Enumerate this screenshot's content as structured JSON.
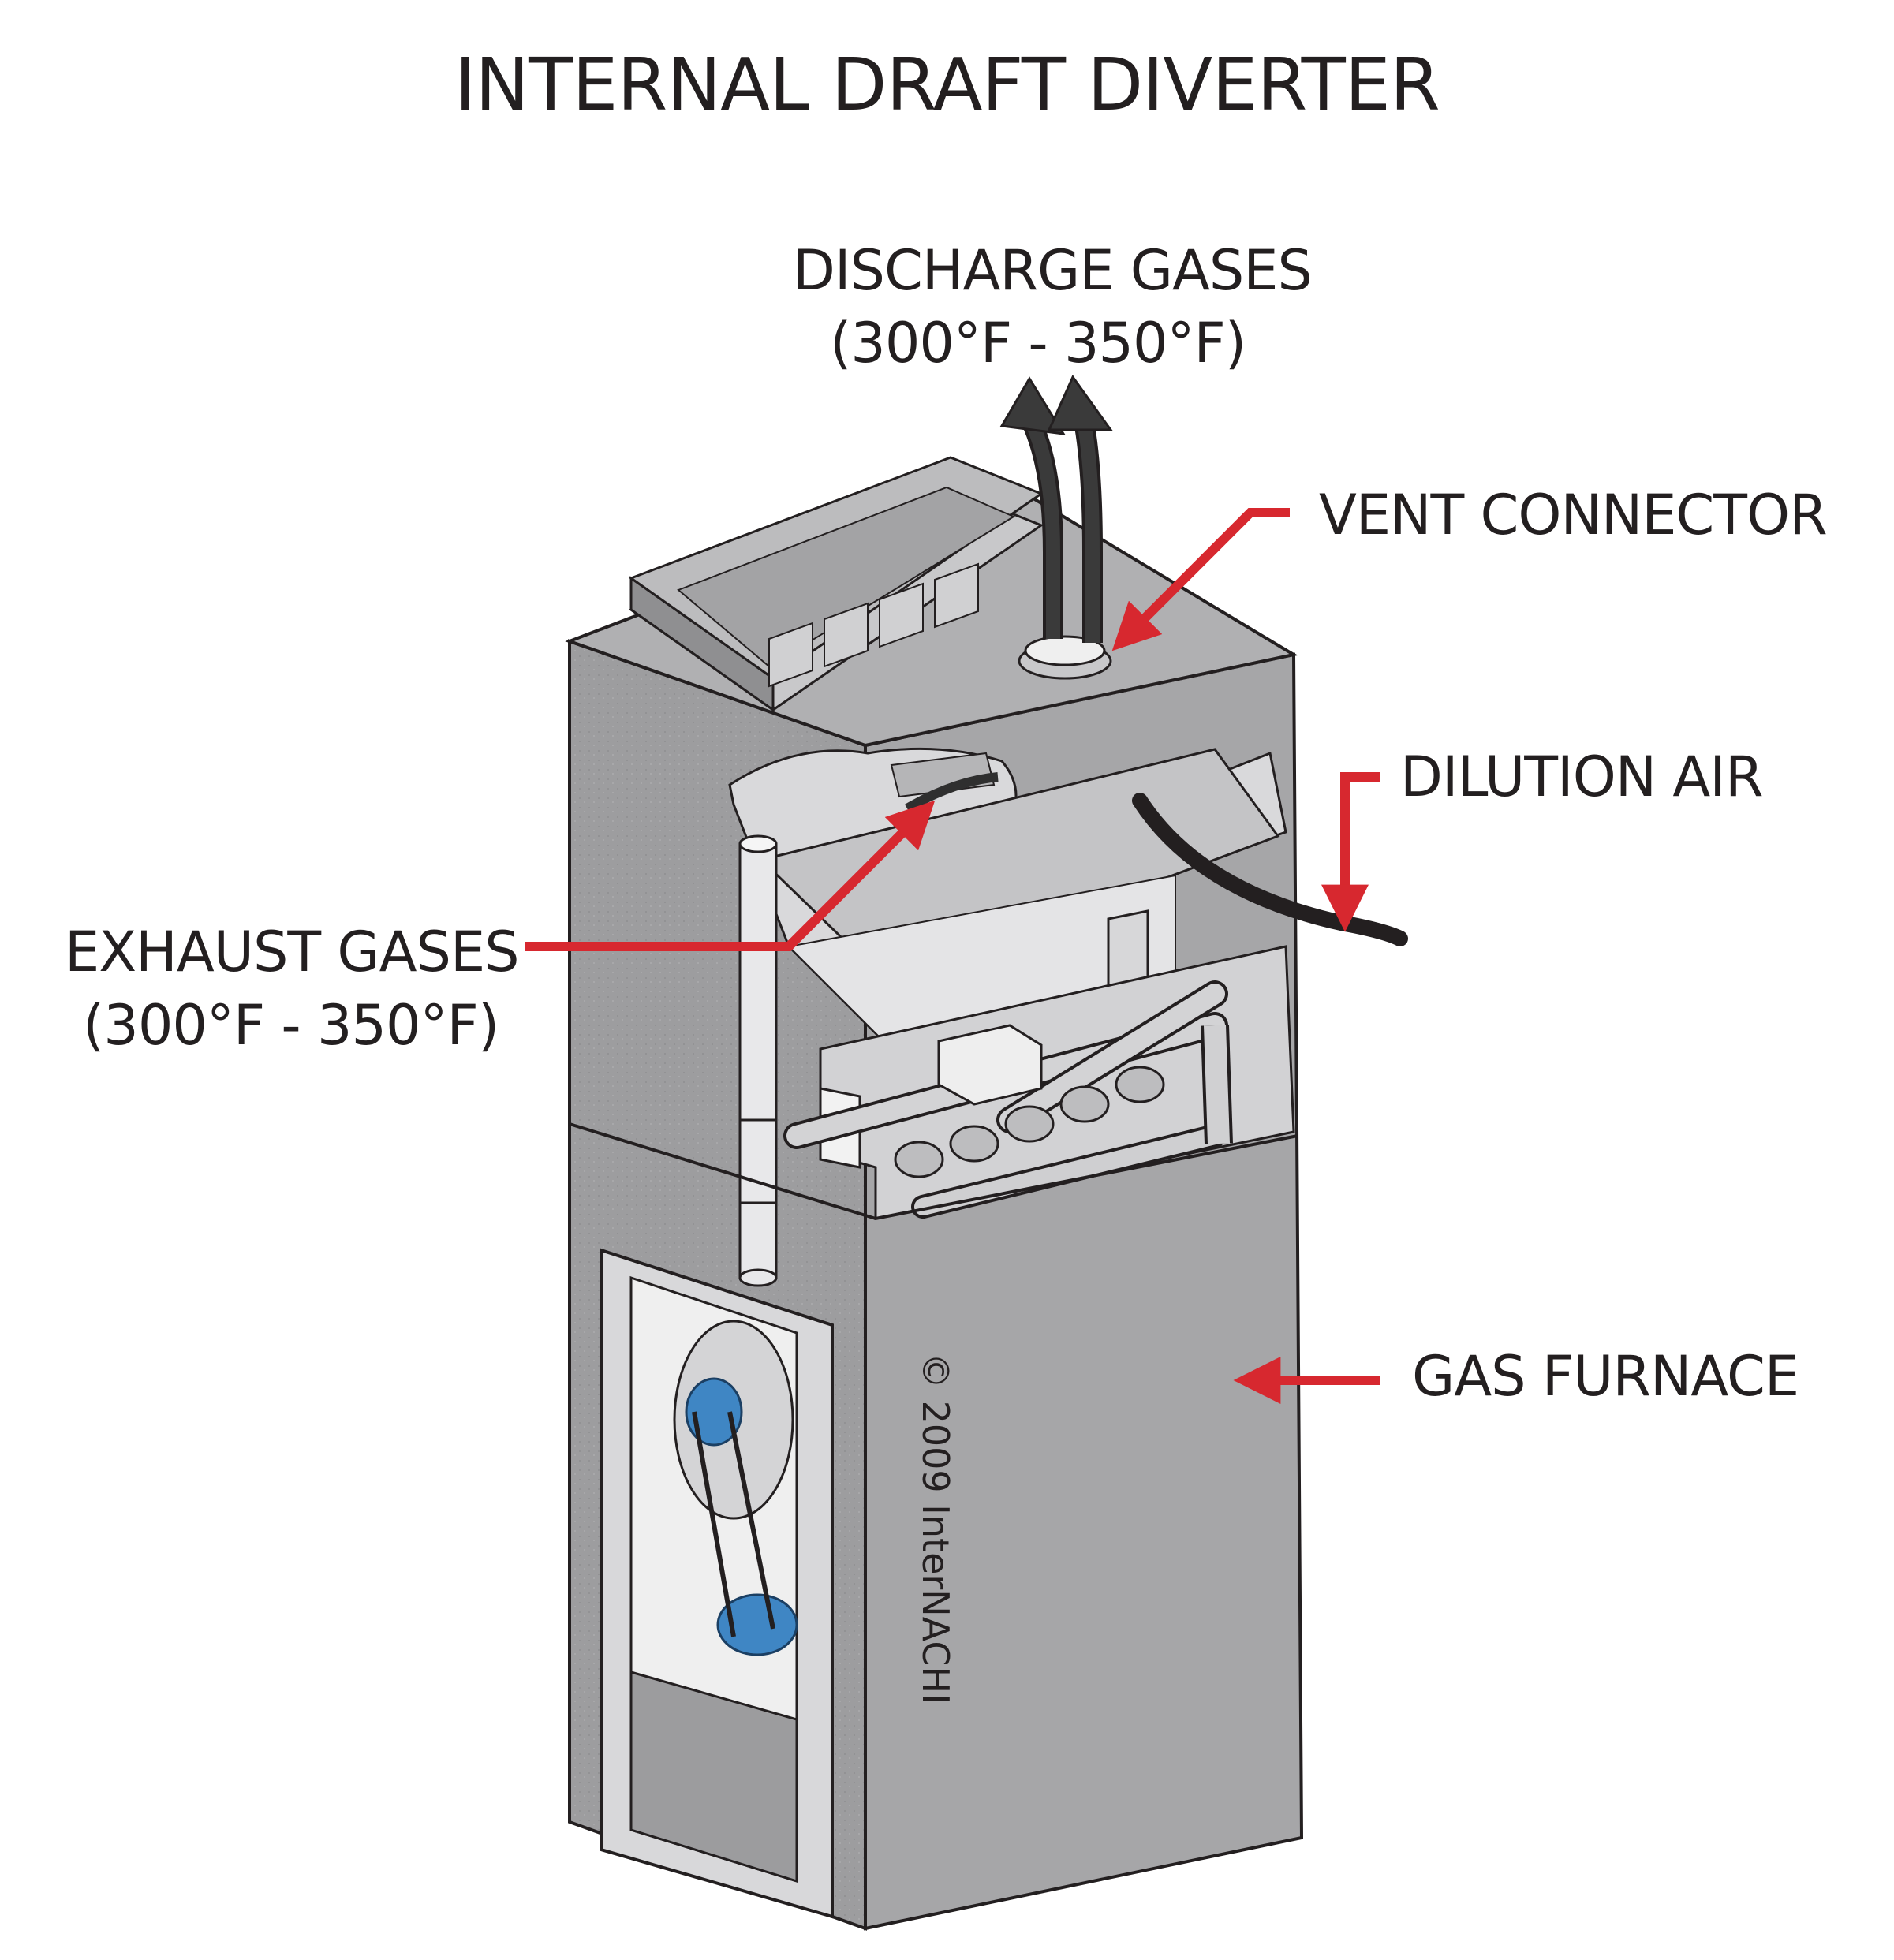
{
  "title": "INTERNAL DRAFT DIVERTER",
  "labels": {
    "discharge_line1": "DISCHARGE GASES",
    "discharge_line2": "(300°F - 350°F)",
    "vent_connector": "VENT CONNECTOR",
    "dilution_air": "DILUTION AIR",
    "exhaust_line1": "EXHAUST GASES",
    "exhaust_line2": "(300°F - 350°F)",
    "gas_furnace": "GAS FURNACE"
  },
  "copyright": "© 2009 InterNACHI",
  "colors": {
    "callout_arrow": "#d7282f",
    "flow_arrow": "#3a3a3a",
    "cabinet": "#9d9d9f",
    "text": "#231f20",
    "blower": "#3f86c4"
  },
  "icons": {
    "discharge_arrows": "curved-up-arrow",
    "callout_arrows": "straight-arrow"
  }
}
